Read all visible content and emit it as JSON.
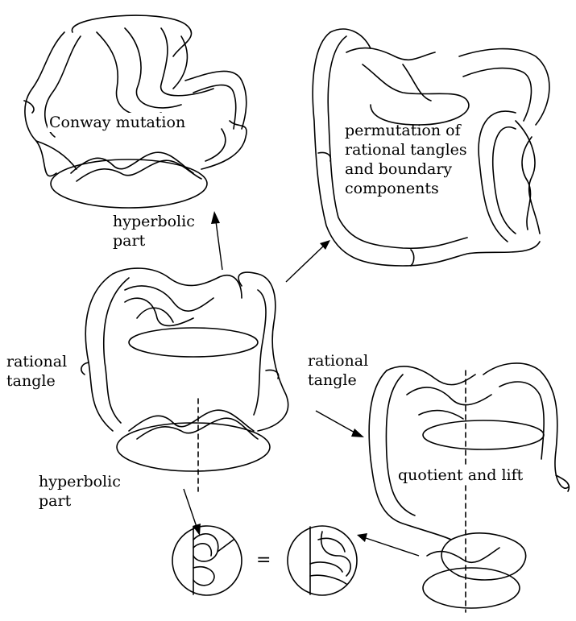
{
  "labels": {
    "conway_mutation": "Conway mutation",
    "hyperbolic_part_top": [
      "hyperbolic",
      "part"
    ],
    "permutation": [
      "permutation of",
      "rational tangles",
      "and boundary",
      "components"
    ],
    "rational_tangle_left": [
      "rational",
      "tangle"
    ],
    "rational_tangle_right": [
      "rational",
      "tangle"
    ],
    "hyperbolic_part_bottom": [
      "hyperbolic",
      "part"
    ],
    "quotient_and_lift": "quotient and lift",
    "equals": "="
  },
  "colors": {
    "stroke": "#000000",
    "background": "#ffffff"
  }
}
